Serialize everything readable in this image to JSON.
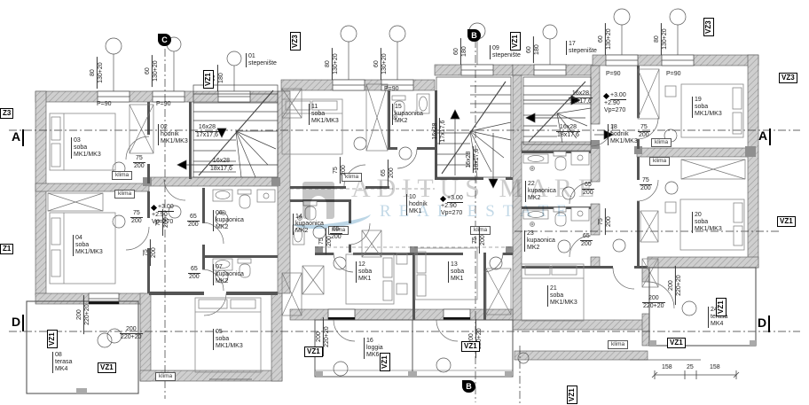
{
  "plan": {
    "rooms": [
      {
        "num": "01",
        "name": "stepenište",
        "mk": ""
      },
      {
        "num": "02",
        "name": "hodnik",
        "mk": "MK1/MK3"
      },
      {
        "num": "03",
        "name": "soba",
        "mk": "MK1/MK3"
      },
      {
        "num": "04",
        "name": "soba",
        "mk": "MK1/MK3"
      },
      {
        "num": "05",
        "name": "soba",
        "mk": "MK1/MK3"
      },
      {
        "num": "06",
        "name": "kupaonica",
        "mk": "MK2"
      },
      {
        "num": "07",
        "name": "kupaonica",
        "mk": "MK2"
      },
      {
        "num": "08",
        "name": "terasa",
        "mk": "MK4"
      },
      {
        "num": "09",
        "name": "stepenište",
        "mk": ""
      },
      {
        "num": "10",
        "name": "hodnik",
        "mk": "MK1"
      },
      {
        "num": "11",
        "name": "soba",
        "mk": "MK1/MK3"
      },
      {
        "num": "12",
        "name": "soba",
        "mk": "MK1"
      },
      {
        "num": "13",
        "name": "soba",
        "mk": "MK1"
      },
      {
        "num": "14",
        "name": "kupaonica",
        "mk": "MK2"
      },
      {
        "num": "15",
        "name": "kupaonica",
        "mk": "MK2"
      },
      {
        "num": "16",
        "name": "loggia",
        "mk": "MK6"
      },
      {
        "num": "17",
        "name": "stepenište",
        "mk": ""
      },
      {
        "num": "18",
        "name": "hodnik",
        "mk": "MK1/MK3"
      },
      {
        "num": "19",
        "name": "soba",
        "mk": "MK1/MK3"
      },
      {
        "num": "20",
        "name": "soba",
        "mk": "MK1/MK3"
      },
      {
        "num": "21",
        "name": "soba",
        "mk": "MK1/MK3"
      },
      {
        "num": "22",
        "name": "kupaonica",
        "mk": "MK2"
      },
      {
        "num": "23",
        "name": "kupaonica",
        "mk": "MK2"
      },
      {
        "num": "24",
        "name": "terasa",
        "mk": "MK4"
      }
    ],
    "dims": {
      "w75": "75",
      "w65": "65",
      "w200": "200",
      "h220": "220+20",
      "w80": "80",
      "w60": "60",
      "h130": "130+20",
      "h180": "180",
      "p90": "P=90",
      "n158": "158",
      "n25": "25"
    },
    "levels": {
      "top": "+3.00",
      "bottom": "+2.90",
      "vp": "Vp=270"
    },
    "stairs": {
      "size": "16x28",
      "run17": "17x17,6",
      "run18": "18x17,6"
    },
    "hvac": {
      "klima": "klima"
    },
    "markers": {
      "vz1": "VZ1",
      "vz3": "VZ3",
      "z3": "Z3",
      "z1": "Z1",
      "a": "A",
      "b": "B",
      "c": "C",
      "d": "D"
    },
    "watermark": {
      "line1": "ADITUS MARE",
      "line2": "REAL ESTATE",
      "logo_gray": "#c6c6c6",
      "accent_blue": "#bcd6e6"
    }
  }
}
